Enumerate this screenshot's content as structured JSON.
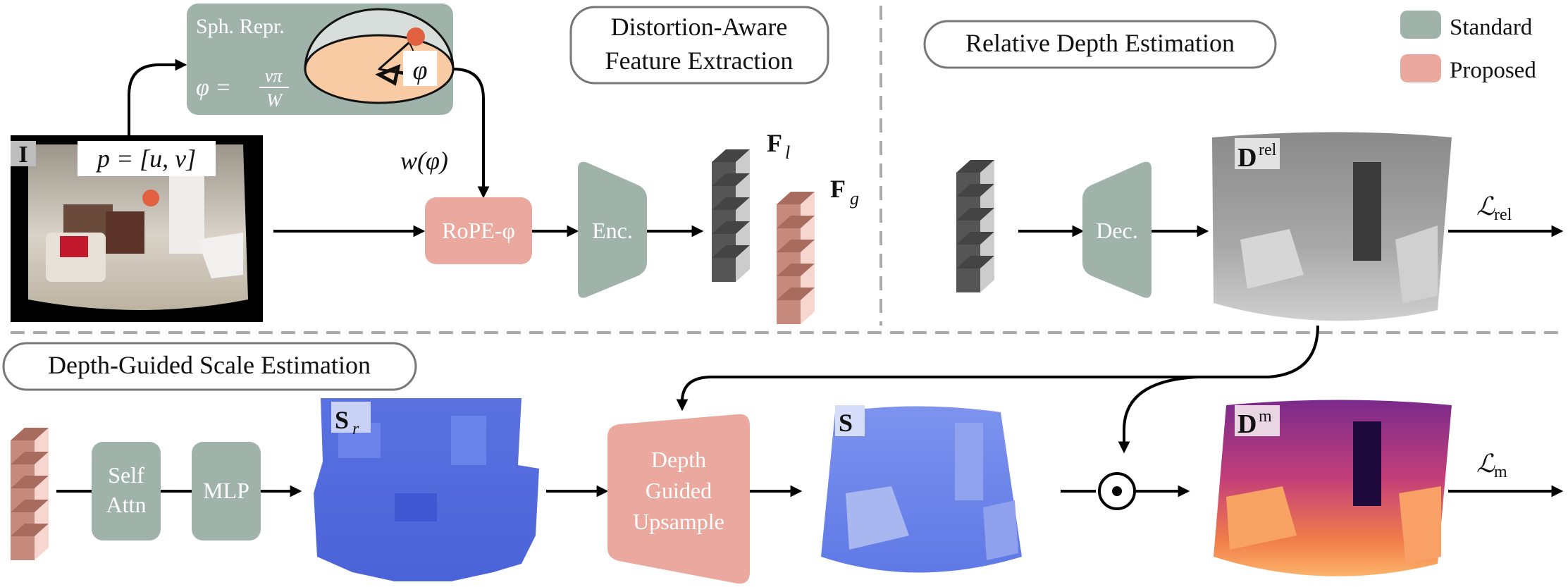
{
  "legend": {
    "standard": "Standard",
    "proposed": "Proposed",
    "standard_color": "#9fb3ab",
    "proposed_color": "#eba89e"
  },
  "sections": {
    "feature": [
      "Distortion-Aware",
      "Feature Extraction"
    ],
    "relative": "Relative Depth Estimation",
    "scale": "Depth-Guided Scale Estimation"
  },
  "sph": {
    "title": "Sph. Repr.",
    "eq_lhs": "φ =",
    "eq_num": "vπ",
    "eq_den": "W",
    "angle": "φ"
  },
  "input": {
    "label": "I",
    "pixel": "p = [u, v]"
  },
  "weight": "w(φ)",
  "blocks": {
    "rope": "RoPE-φ",
    "enc": "Enc.",
    "dec": "Dec.",
    "self_attn": [
      "Self",
      "Attn"
    ],
    "mlp": "MLP",
    "upsample": [
      "Depth",
      "Guided",
      "Upsample"
    ],
    "odot": "⊙"
  },
  "features": {
    "fl": "F",
    "fl_sub": "l",
    "fg": "F",
    "fg_sub": "g"
  },
  "maps": {
    "drel": "D",
    "drel_sup": "rel",
    "sr": "S",
    "sr_sub": "r",
    "s": "S",
    "dm": "D",
    "dm_sup": "m"
  },
  "losses": {
    "rel": "ℒ",
    "rel_sub": "rel",
    "m": "ℒ",
    "m_sub": "m"
  }
}
